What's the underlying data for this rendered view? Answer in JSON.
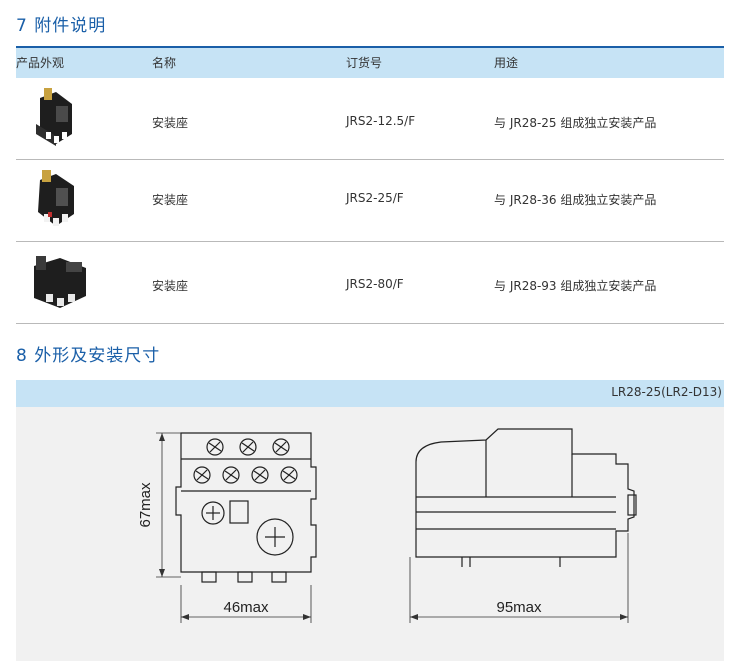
{
  "section7": {
    "title": "7 附件说明"
  },
  "table": {
    "headers": [
      "产品外观",
      "名称",
      "订货号",
      "用途"
    ],
    "rows": [
      {
        "name": "安装座",
        "order_no": "JRS2-12.5/F",
        "usage": "与 JR28-25 组成独立安装产品"
      },
      {
        "name": "安装座",
        "order_no": "JRS2-25/F",
        "usage": "与 JR28-36 组成独立安装产品"
      },
      {
        "name": "安装座",
        "order_no": "JRS2-80/F",
        "usage": "与 JR28-93 组成独立安装产品"
      }
    ]
  },
  "section8": {
    "title": "8 外形及安装尺寸"
  },
  "dimensions": {
    "model": "LR28-25(LR2-D13)",
    "height_label": "67max",
    "width_label": "46max",
    "depth_label": "95max"
  }
}
